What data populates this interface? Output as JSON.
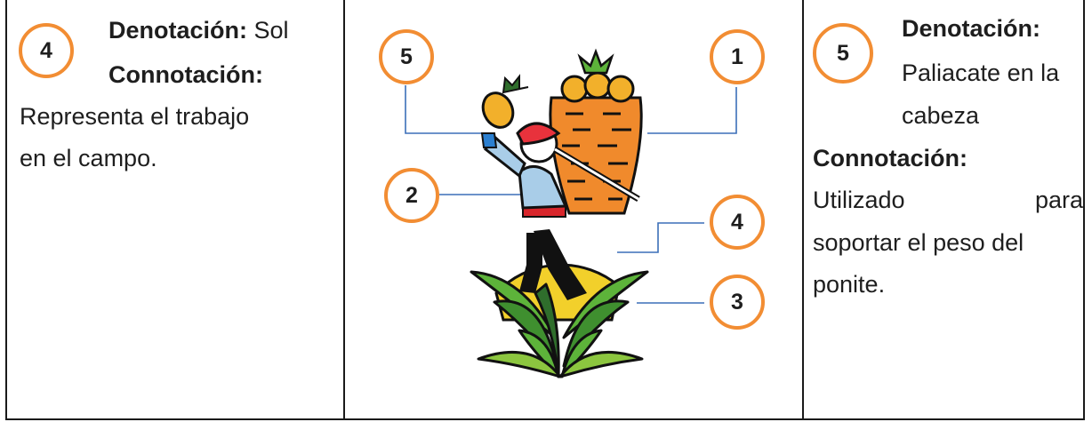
{
  "left": {
    "number": "4",
    "denotacion_label": "Denotación:",
    "denotacion_value": "Sol",
    "connotacion_label": "Connotación:",
    "body_line1": "Representa el trabajo",
    "body_line2": "en el campo."
  },
  "illustration": {
    "markers": [
      "5",
      "1",
      "2",
      "4",
      "3"
    ]
  },
  "right": {
    "number": "5",
    "denotacion_label": "Denotación:",
    "denotacion_line1": "Paliacate en la",
    "denotacion_line2": "cabeza",
    "connotacion_label": "Connotación:",
    "body_line1_a": "Utilizado",
    "body_line1_b": "para",
    "body_line2": "soportar el peso del",
    "body_line3": "ponite."
  },
  "colors": {
    "badge_border": "#f28d33",
    "leader_line": "#3b6fb8",
    "basket": "#f08a2c",
    "sun": "#f2d02b",
    "leaves": "#5db33a",
    "shirt": "#a9cde8",
    "kerchief": "#e8323c"
  }
}
